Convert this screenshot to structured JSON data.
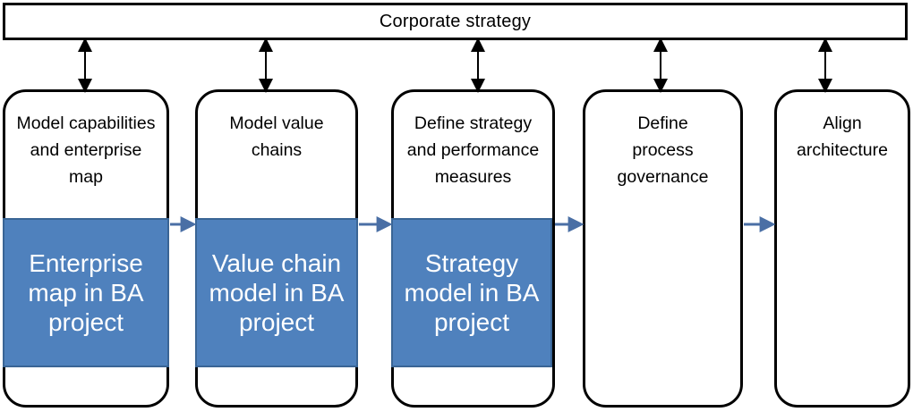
{
  "strategy": {
    "label": "Corporate strategy"
  },
  "stages": [
    {
      "title": "Model capabilities and enterprise map",
      "artifact": "Enterprise map in BA project"
    },
    {
      "title": "Model value chains",
      "artifact": "Value chain model in BA project"
    },
    {
      "title": "Define strategy and performance measures",
      "artifact": "Strategy model in BA project"
    },
    {
      "title": "Define process governance",
      "artifact": ""
    },
    {
      "title": "Align architecture",
      "artifact": ""
    }
  ],
  "colors": {
    "artifact_fill": "#4f81bd",
    "artifact_border": "#3a6595",
    "flow_arrow": "#4a6fa5",
    "outline": "#000000"
  }
}
